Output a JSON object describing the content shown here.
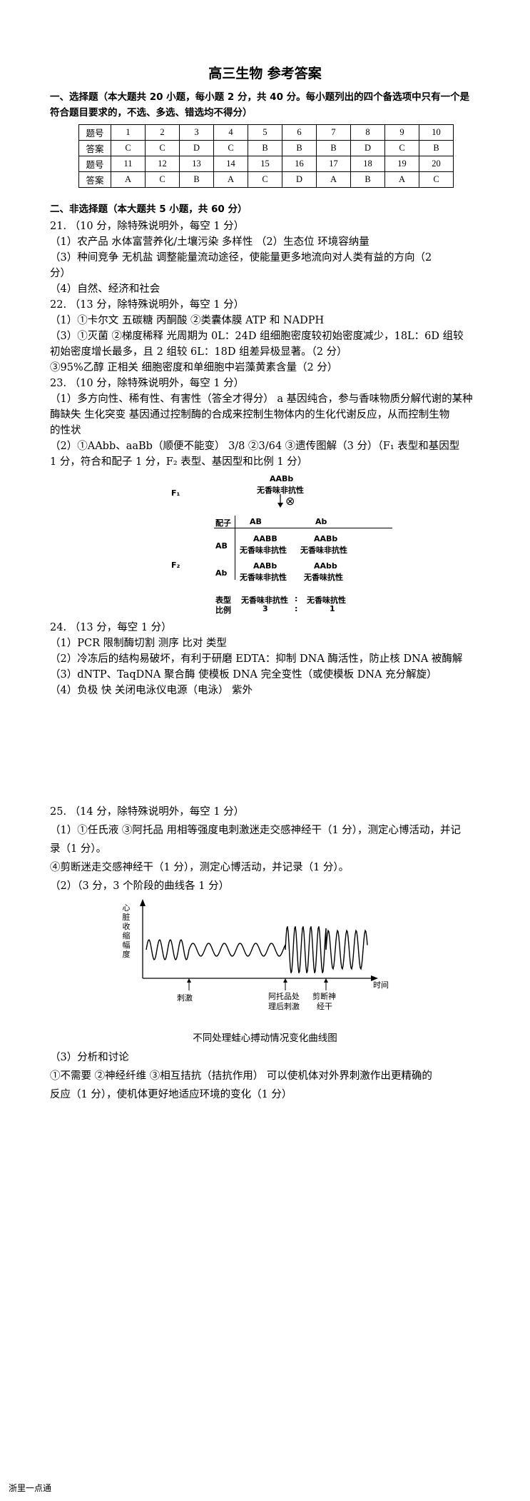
{
  "title": "高三生物  参考答案",
  "section1": {
    "heading": "一、选择题（本大题共 20 小题，每小题 2 分，共 40 分。每小题列出的四个备选项中只有一个是",
    "heading2": "符合题目要求的，不选、多选、错选均不得分）"
  },
  "answer_table": {
    "row1_label": "题号",
    "row1": [
      "1",
      "2",
      "3",
      "4",
      "5",
      "6",
      "7",
      "8",
      "9",
      "10"
    ],
    "row2_label": "答案",
    "row2": [
      "C",
      "C",
      "D",
      "C",
      "B",
      "B",
      "B",
      "D",
      "C",
      "B"
    ],
    "row3_label": "题号",
    "row3": [
      "11",
      "12",
      "13",
      "14",
      "15",
      "16",
      "17",
      "18",
      "19",
      "20"
    ],
    "row4_label": "答案",
    "row4": [
      "A",
      "C",
      "B",
      "A",
      "C",
      "D",
      "A",
      "B",
      "A",
      "C"
    ]
  },
  "section2": {
    "heading": "二、非选择题（本大题共 5 小题，共 60 分）"
  },
  "q21": {
    "head": "21. （10 分，除特殊说明外，每空 1 分）",
    "l1": "（1）农产品          水体富营养化/土壤污染           多样性          （2）生态位      环境容纳量",
    "l2": "（3）种间竞争          无机盐         调整能量流动途径，使能量更多地流向对人类有益的方向（2",
    "l3": "分）",
    "l4": "（4）自然、经济和社会"
  },
  "q22": {
    "head": "22. （13 分，除特殊说明外，每空 1 分）",
    "l1": "（1）①卡尔文       五碳糖        丙酮酸      ②类囊体膜        ATP 和 NADPH",
    "l2": "（3）①灭菌      ②梯度稀释        光周期为 0L：24D 组细胞密度较初始密度减少，18L：6D 组较",
    "l3": "初始密度增长最多，且 2 组较 6L：18D 组差异极显著。（2 分）",
    "l4": "③95%乙醇          正相关        细胞密度和单细胞中岩藻黄素含量（2 分）"
  },
  "q23": {
    "head": "23. （10 分，除特殊说明外，每空 1 分）",
    "l1": "（1）多方向性、稀有性、有害性（答全才得分）      a 基因纯合，参与香味物质分解代谢的某种",
    "l2": "酶缺失       生化突变          基因通过控制酶的合成来控制生物体内的生化代谢反应，从而控制生物",
    "l3": "的性状",
    "l4": "（2）①AAbb、aaBb（顺便不能变）        3/8      ②3/64      ③遗传图解（3 分）（F₁ 表型和基因型",
    "l5": "1 分，符合和配子 1 分，F₂ 表型、基因型和比例 1 分）"
  },
  "cross": {
    "f1_label": "F₁",
    "f1_genotype": "AABb",
    "f1_phenotype": "无香味非抗性",
    "selfing_symbol": "⊗",
    "gamete_label": "配子",
    "gametes": [
      "AB",
      "Ab"
    ],
    "f2_label": "F₂",
    "cells": [
      {
        "row": "AB",
        "g1": "AABB",
        "p1": "无香味非抗性",
        "g2": "AABb",
        "p2": "无香味非抗性"
      },
      {
        "row": "Ab",
        "g1": "AABb",
        "p1": "无香味非抗性",
        "g2": "AAbb",
        "p2": "无香味抗性"
      }
    ],
    "pheno_label": "表型",
    "ratio_label": "比例",
    "pheno1": "无香味非抗性",
    "pheno2": "无香味抗性",
    "colon": ":",
    "ratio1": "3",
    "ratio2": "1"
  },
  "q24": {
    "head": "24. （13 分，每空 1 分）",
    "l1": "（1）PCR      限制酶切割      测序          比对          类型",
    "l2": "（2）冷冻后的结构易破坏，有利于研磨            EDTA：抑制 DNA 酶活性，防止核 DNA 被酶解",
    "l3": "（3）dNTP、TaqDNA 聚合酶          使模板 DNA 完全变性（或使模板 DNA 充分解旋）",
    "l4": "（4）负极       快      关闭电泳仪电源（电泳）          紫外"
  },
  "q25": {
    "head": "25. （14 分，除特殊说明外，每空 1 分）",
    "l1": "（1）①任氏液         ③阿托品       用相等强度电刺激迷走交感神经干（1 分），测定心博活动，并记",
    "l2": "录（1 分）。",
    "l3": "④剪断迷走交感神经干（1 分），测定心博活动，并记录（1 分）。",
    "l4": "（2）（3 分，3 个阶段的曲线各 1 分）",
    "l5": "（3）分析和讨论",
    "l6": "①不需要        ②神经纤维        ③相互拮抗（拮抗作用）        可以使机体对外界刺激作出更精确的",
    "l7": "反应（1 分），使机体更好地适应环境的变化（1 分）"
  },
  "curve": {
    "ylabel": "心脏收缩幅度",
    "xlabel": "时间",
    "marker1": "刺激",
    "marker2_l1": "阿托品处",
    "marker2_l2": "理后刺激",
    "marker3_l1": "剪断神",
    "marker3_l2": "经干",
    "caption": "不同处理蛙心搏动情况变化曲线图"
  },
  "footer": "浙里一点通"
}
